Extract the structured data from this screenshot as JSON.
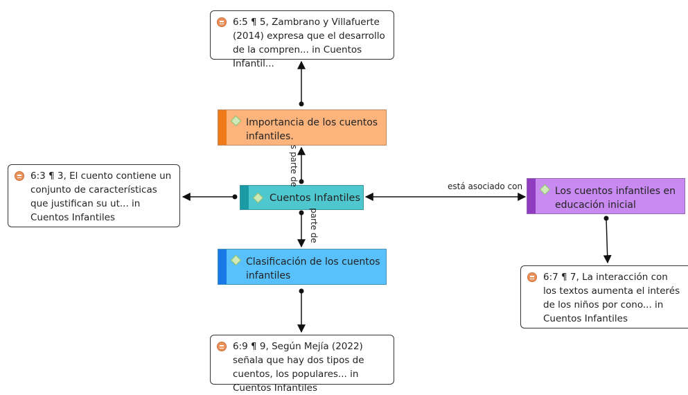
{
  "quotes": {
    "q65": "6:5 ¶ 5, Zambrano y Villafuerte (2014) expresa que el desarrollo de la compren... in Cuentos Infantil...",
    "q63": "6:3 ¶ 3, El cuento contiene un conjunto de características que justifican su ut... in Cuentos Infantiles",
    "q67": "6:7 ¶ 7, La interacción con los textos aumenta el interés de los niños por cono... in Cuentos Infantiles",
    "q69": "6:9 ¶ 9, Según Mejía (2022) señala que hay dos tipos de cuentos, los populares... in Cuentos Infantiles"
  },
  "codes": {
    "importancia": "Importancia de los cuentos infantiles.",
    "cuentos": "Cuentos Infantiles",
    "educacion": "Los cuentos infantiles en educación inicial",
    "clasificacion": "Clasificación de los cuentos infantiles"
  },
  "edge_labels": {
    "asociado": "está asociado con",
    "parte_up": "s parte de",
    "parte_down": "parte de"
  },
  "colors": {
    "importancia_fill": "#fdb47c",
    "importancia_strip": "#f07a1a",
    "cuentos_fill": "#4fc7cf",
    "cuentos_strip": "#1a9aa5",
    "educacion_fill": "#c88af0",
    "educacion_strip": "#8f3cc0",
    "clasificacion_fill": "#58c0fb",
    "clasificacion_strip": "#1a78e8",
    "quote_icon": "#e9915b",
    "edge": "#111111"
  },
  "icons": {
    "quote": "quotation-document-icon",
    "code": "code-diamond-icon"
  }
}
